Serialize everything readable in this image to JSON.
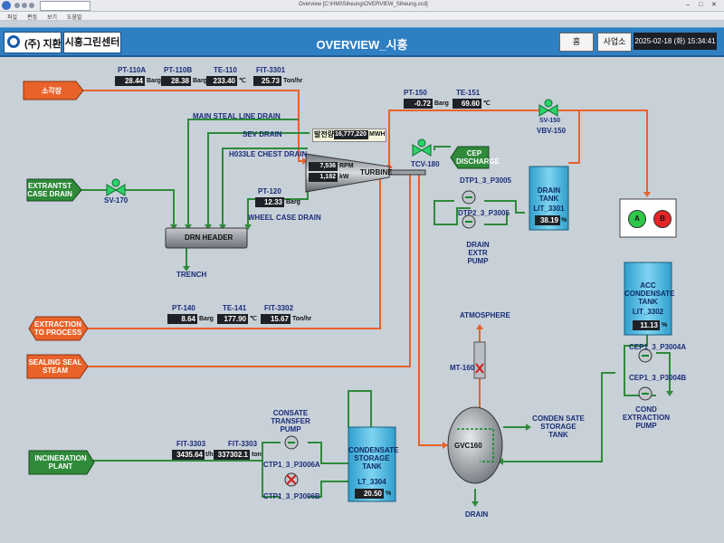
{
  "window": {
    "title": "Overview   [C:\\HMI\\Siheung\\OVERVIEW_Siheung.scd]",
    "menu": [
      "파일",
      "편집",
      "보기",
      "도움말"
    ]
  },
  "header": {
    "logo_text": "(주) 지환",
    "plant_name": "시흥그린센터",
    "title": "OVERVIEW_시흥",
    "home_button": "홈",
    "site_button": "사업소",
    "datetime": "2025-02-18 (화) 15:34:41"
  },
  "colors": {
    "header": "#2f7fc3",
    "pipe_orange": "#e8622a",
    "pipe_green": "#2f8a3a",
    "arrow_orange": "#e8622a",
    "arrow_green": "#2f8a3a",
    "tank": "#3fb4e0",
    "value_bg": "#1e2126"
  },
  "streams": {
    "incinerator": "소각장",
    "extrantst_case_drain": "EXTRANTST\nCASE DRAIN",
    "cep_discharge": "CEP\nDISCHARGE",
    "extraction_to_process": "EXTRACTION\nTO PROCESS",
    "sealing_seal_steam": "SEALING SEAL\nSTEAM",
    "incineration_plant": "INCINERATION\nPLANT"
  },
  "instruments": {
    "pt110a": {
      "tag": "PT-110A",
      "value": "28.44",
      "unit": "Barg"
    },
    "pt110b": {
      "tag": "PT-110B",
      "value": "28.38",
      "unit": "Barg"
    },
    "te110": {
      "tag": "TE-110",
      "value": "233.40",
      "unit": "℃"
    },
    "fit3301": {
      "tag": "FIT-3301",
      "value": "25.73",
      "unit": "Ton/hr"
    },
    "pt150": {
      "tag": "PT-150",
      "value": "-0.72",
      "unit": "Barg"
    },
    "te151": {
      "tag": "TE-151",
      "value": "69.60",
      "unit": "℃"
    },
    "pt120": {
      "tag": "PT-120",
      "value": "12.33",
      "unit": "Barg"
    },
    "pt140": {
      "tag": "PT-140",
      "value": "8.64",
      "unit": "Barg"
    },
    "te141": {
      "tag": "TE-141",
      "value": "177.90",
      "unit": "℃"
    },
    "fit3302": {
      "tag": "FIT-3302",
      "value": "15.67",
      "unit": "Ton/hr"
    },
    "fit3303a": {
      "tag": "FIT-3303",
      "value": "3435.64",
      "unit": "t/h"
    },
    "fit3303b": {
      "tag": "FIT-3303",
      "value": "337302.1",
      "unit": "ton"
    }
  },
  "turbine": {
    "label": "TURBINE",
    "rpm": "7,536",
    "rpm_unit": "RPM",
    "kw": "1,182",
    "kw_unit": "kW",
    "generation_label": "발전량",
    "generation_value": "16,777,220",
    "generation_unit": "MWH"
  },
  "labels": {
    "main_steal_drain": "MAIN STEAL LINE DRAIN",
    "sev_drain": "SEV DRAIN",
    "chest_drain": "H033LE CHEST DRAIN",
    "wheel_case_drain": "WHEEL CASE DRAIN",
    "drn_header": "DRN HEADER",
    "trench": "TRENCH",
    "sv170": "SV-170",
    "tcv180": "TCV-180",
    "sv150": "SV-150",
    "vbv150": "VBV-150",
    "atmosphere": "ATMOSPHERE",
    "mt160": "MT-160",
    "gvc160": "GVC160",
    "drain": "DRAIN",
    "condensate_storage_tank_side": "CONDEN SATE\nSTORAGE\nTANK",
    "dtp1": "DTP1_3_P3005",
    "dtp2": "DTP2_3_P3005",
    "drain_extr_pump": "DRAIN\nEXTR\nPUMP",
    "cep1a": "CEP1_3_P3004A",
    "cep1b": "CEP1_3_P3004B",
    "cond_extraction_pump": "COND\nEXTRACTION\nPUMP",
    "consate_transfer_pump": "CONSATE\nTRANSFER\nPUMP",
    "ctp1a": "CTP1_3_P3006A",
    "ctp1b": "CTP1_3_P3006B",
    "alarm_a": "A",
    "alarm_b": "B"
  },
  "tanks": {
    "drain_tank": {
      "name": "DRAIN\nTANK",
      "tag": "LIT_3301",
      "level_pct": "38.19",
      "unit": "%"
    },
    "acc_condensate_tank": {
      "name": "ACC\nCONDENSATE\nTANK",
      "tag": "LIT_3302",
      "level_pct": "11.13",
      "unit": "%"
    },
    "condensate_storage_tank": {
      "name": "CONDENSATE\nSTORAGE\nTANK",
      "tag": "LT_3304",
      "level_pct": "20.50",
      "unit": "%"
    }
  }
}
